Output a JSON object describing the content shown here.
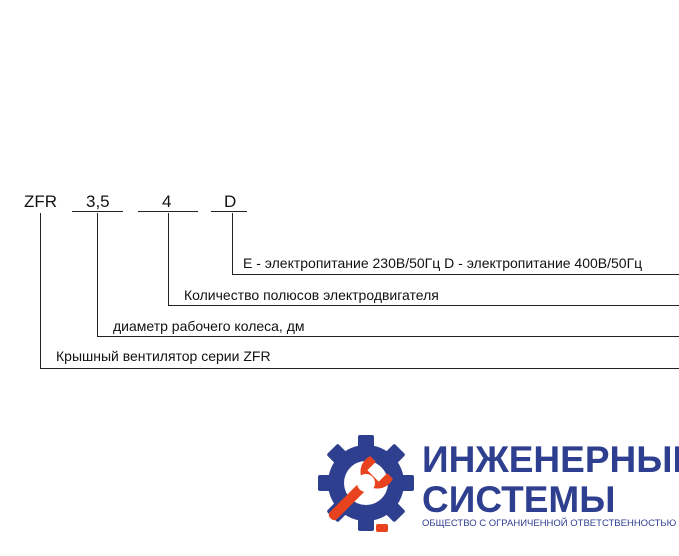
{
  "designation": {
    "parts": [
      "ZFR",
      "3,5",
      "4",
      "D"
    ]
  },
  "descriptions": {
    "power": "E - электропитание 230В/50Гц   D - электропитание 400В/50Гц",
    "poles": "Количество полюсов электродвигателя",
    "diameter": "диаметр рабочего колеса, дм",
    "series": "Крышный вентилятор серии ZFR"
  },
  "logo": {
    "line1": "ИНЖЕНЕРНЫЕ",
    "line2": "СИСТЕМЫ",
    "subtitle": "ОБЩЕСТВО С ОГРАНИЧЕННОЙ ОТВЕТСТВЕННОСТЬЮ",
    "brand_color": "#2f3f8f",
    "accent_color": "#e8431e",
    "icon": "gear-wrench-icon"
  }
}
